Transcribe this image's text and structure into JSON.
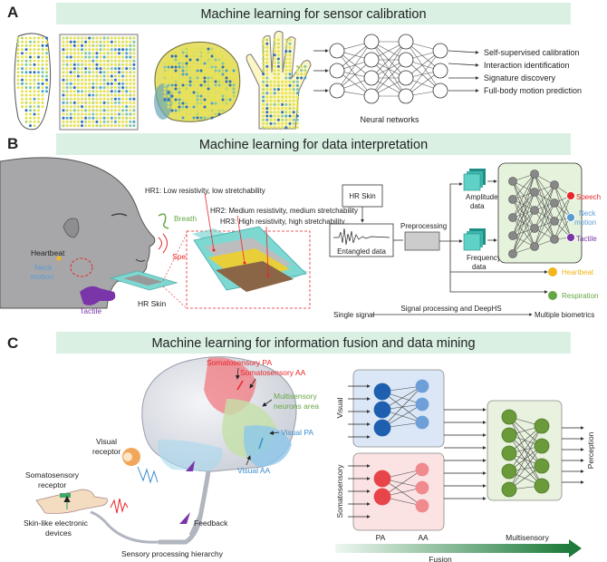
{
  "panels": {
    "a": {
      "letter": "A",
      "title": "Machine learning for sensor calibration",
      "outputs": [
        "Self-supervised calibration",
        "Interaction identification",
        "Signature discovery",
        "Full-body motion prediction"
      ],
      "nn_label": "Neural networks"
    },
    "b": {
      "letter": "B",
      "title": "Machine learning for data interpretation",
      "hr1": "HR1: Low resistivity, low stretchability",
      "hr2": "HR2: Medium resistivity, medium stretchability",
      "hr3": "HR3: High resistivity, high stretchability",
      "breath": "Breath",
      "speak": "Speak",
      "heartbeat": "Heartbeat",
      "neck_motion": "Neck\nmotion",
      "tactile": "Tactile",
      "hr_skin": "HR Skin",
      "hr_skin_box": "HR Skin",
      "entangled": "Entangled data",
      "preprocessing": "Preprocessing",
      "amplitude": "Amplitude\ndata",
      "frequency": "Frequency\ndata",
      "out_speech": "Speech",
      "out_neck": "Neck\nmotion",
      "out_tactile": "Tactile",
      "out_heartbeat": "Heartbeat",
      "out_respiration": "Respiration",
      "single_signal": "Single signal",
      "processing": "Signal processing and DeepHS",
      "multiple": "Multiple biometrics",
      "colors": {
        "speech": "#e8262b",
        "neck": "#5b9bd5",
        "tactile": "#7a35a8",
        "heartbeat": "#f2b51c",
        "respiration": "#66a745"
      }
    },
    "c": {
      "letter": "C",
      "title": "Machine learning for information fusion and data mining",
      "somato_pa": "Somatosensory PA",
      "somato_aa": "Somatosensory AA",
      "multisensory_area": "Multisensory\nneurons area",
      "visual_pa": "Visual PA",
      "visual_aa": "Visual AA",
      "visual_receptor": "Visual\nreceptor",
      "somato_receptor": "Somatosensory\nreceptor",
      "skin_devices": "Skin-like electronic\ndevices",
      "feedback": "Feedback",
      "hierarchy": "Sensory processing hierarchy",
      "visual_side": "Visual",
      "somato_side": "Somatosensory",
      "perception": "Perception",
      "pa": "PA",
      "aa": "AA",
      "multisensory": "Multisensory",
      "fusion": "Fusion"
    }
  },
  "banner_color": "#d9f0e3"
}
